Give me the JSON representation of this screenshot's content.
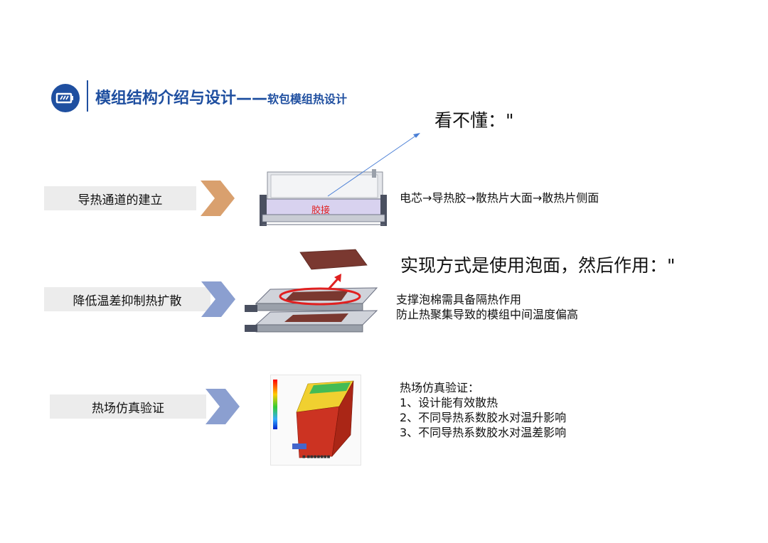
{
  "header": {
    "title": "模组结构介绍与设计",
    "dash": "——",
    "subtitle": "软包模组热设计"
  },
  "notes": {
    "top": "看不懂：\"",
    "middle": "实现方式是使用泡面，然后作用：\""
  },
  "rows": [
    {
      "label": "导热通道的建立",
      "image_tag": "胶接",
      "desc": [
        "电芯→导热胶→散热片大面→散热片侧面"
      ]
    },
    {
      "label": "降低温差抑制热扩散",
      "desc": [
        "支撑泡棉需具备隔热作用",
        "防止热聚集导致的模组中间温度偏高"
      ]
    },
    {
      "label": "热场仿真验证",
      "desc": [
        "热场仿真验证：",
        "1、设计能有效散热",
        "2、不同导热系数胶水对温升影响",
        "3、不同导热系数胶水对温差影响"
      ]
    }
  ],
  "colors": {
    "brand": "#1f4fa0",
    "chevron_row1": "#d9a06e",
    "chevron_row2": "#8b9fd0",
    "chevron_row3": "#8b9fd0",
    "ring": "#e02020",
    "arrow": "#4a7fd6",
    "pad": "#7a3830"
  }
}
